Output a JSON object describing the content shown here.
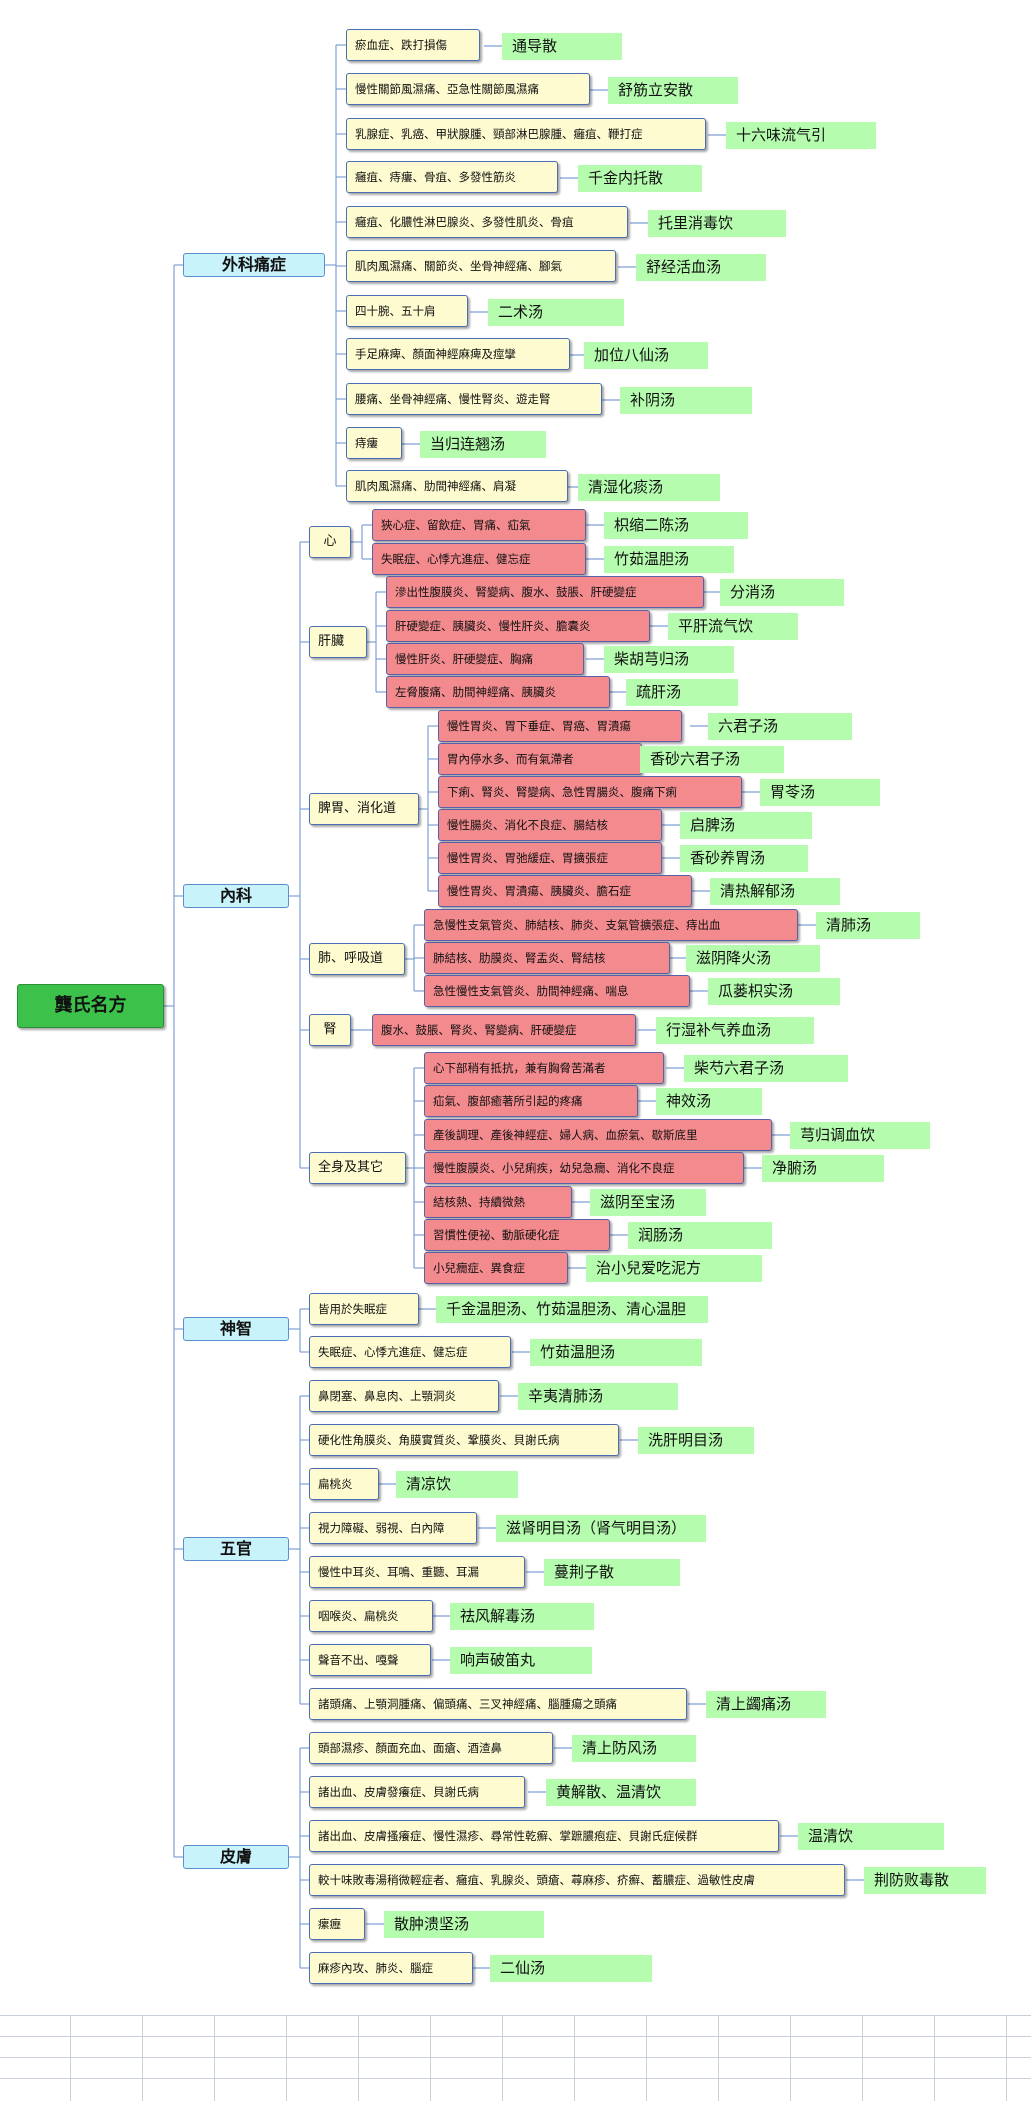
{
  "root": {
    "label": "龔氏名方"
  },
  "categories": [
    {
      "label": "外科痛症"
    },
    {
      "label": "內科"
    },
    {
      "label": "神智"
    },
    {
      "label": "五官"
    },
    {
      "label": "皮膚"
    }
  ],
  "organs": [
    "心",
    "肝臟",
    "脾胃、消化道",
    "肺、呼吸道",
    "腎",
    "全身及其它"
  ],
  "symptoms": [
    "瘀血症、跌打損傷",
    "慢性關節風濕痛、亞急性關節風濕痛",
    "乳腺症、乳癌、甲狀腺腫、頸部淋巴腺腫、癰疽、鞭打症",
    "癰疽、痔瘻、骨疽、多發性筋炎",
    "癰疽、化膿性淋巴腺炎、多發性肌炎、骨疽",
    "肌肉風濕痛、關節炎、坐骨神經痛、腳氣",
    "四十腕、五十肩",
    "手足麻痺、顏面神經麻痺及痙攣",
    "腰痛、坐骨神經痛、慢性腎炎、遊走腎",
    "痔瘻",
    "肌肉風濕痛、肋間神經痛、肩凝",
    "狹心症、留飲症、胃痛、疝氣",
    "失眠症、心悸亢進症、健忘症",
    "滲出性腹膜炎、腎變病、腹水、鼓脹、肝硬變症",
    "肝硬變症、胰臟炎、慢性肝炎、膽囊炎",
    "慢性肝炎、肝硬變症、胸痛",
    "左脅腹痛、肋間神經痛、胰臟炎",
    "慢性胃炎、胃下垂症、胃癌、胃潰瘍",
    "胃內停水多、而有氣滯者",
    "下痢、腎炎、腎變病、急性胃腸炎、腹痛下痢",
    "慢性腸炎、消化不良症、腸結核",
    "慢性胃炎、胃弛緩症、胃擴張症",
    "慢性胃炎、胃潰瘍、胰臟炎、膽石症",
    "急慢性支氣管炎、肺結核、肺炎、支氣管擴張症、痔出血",
    "肺結核、肋膜炎、腎盂炎、腎結核",
    "急性慢性支氣管炎、肋間神經痛、喘息",
    "腹水、鼓脹、腎炎、腎變病、肝硬變症",
    "心下部稍有抵抗，兼有胸脅苦滿者",
    "疝氣、腹部癒著所引起的疼痛",
    "產後調理、產後神經症、婦人病、血瘀氣、歇斯底里",
    "慢性腹膜炎、小兒痢疾，幼兒急癇、消化不良症",
    "結核熱、持續微熱",
    "習慣性便祕、動脈硬化症",
    "小兒癇症、異食症",
    "皆用於失眠症",
    "失眠症、心悸亢進症、健忘症",
    "鼻閉塞、鼻息肉、上顎洞炎",
    "硬化性角膜炎、角膜實質炎、鞏膜炎、貝謝氏病",
    "扁桃炎",
    "視力障礙、弱視、白內障",
    "慢性中耳炎、耳鳴、重聽、耳漏",
    "咽喉炎、扁桃炎",
    "聲音不出、嘎聲",
    "諸頭痛、上顎洞腫痛、偏頭痛、三叉神經痛、腦腫瘍之頭痛",
    "頭部濕疹、顏面充血、面瘡、酒渣鼻",
    "諸出血、皮膚發癢症、貝謝氏病",
    "諸出血、皮膚搔癢症、慢性濕疹、尋常性乾癬、掌蹠膿疱症、貝謝氏症候群",
    "較十味敗毒湯稍微輕症者、癰疽、乳腺炎、頭瘡、蕁麻疹、疥癬、蓄膿症、過敏性皮膚",
    "瘰癧",
    "麻疹內攻、肺炎、腦症"
  ],
  "remedies": [
    "通导散",
    "舒筋立安散",
    "十六味流气引",
    "千金内托散",
    "托里消毒饮",
    "舒经活血汤",
    "二术汤",
    "加位八仙汤",
    "补阴汤",
    "当归连翘汤",
    "清湿化痰汤",
    "枳缩二陈汤",
    "竹茹温胆汤",
    "分消汤",
    "平肝流气饮",
    "柴胡芎归汤",
    "疏肝汤",
    "六君子汤",
    "香砂六君子汤",
    "胃苓汤",
    "启脾汤",
    "香砂养胃汤",
    "清热解郁汤",
    "清肺汤",
    "滋阴降火汤",
    "瓜蒌枳实汤",
    "行湿补气养血汤",
    "柴芍六君子汤",
    "神效汤",
    "芎归调血饮",
    "净腑汤",
    "滋阴至宝汤",
    "润肠汤",
    "治小兒爱吃泥方",
    "千金温胆汤、竹茹温胆汤、清心温胆",
    "竹茹温胆汤",
    "辛夷清肺汤",
    "洗肝明目汤",
    "清凉饮",
    "滋肾明目汤（肾气明目汤）",
    "蔓荆子散",
    "祛风解毒汤",
    "响声破笛丸",
    "清上蠲痛汤",
    "清上防风汤",
    "黄解散、温清饮",
    "温清饮",
    "荆防败毒散",
    "散肿溃坚汤",
    "二仙汤"
  ],
  "palette": {
    "root": "#3cc24a",
    "category": "#c9f3fb",
    "symptom_yellow": "#fdfbcf",
    "symptom_red": "#f28a8e",
    "remedy": "#b5fcae",
    "connector": "#7f9fd4"
  }
}
